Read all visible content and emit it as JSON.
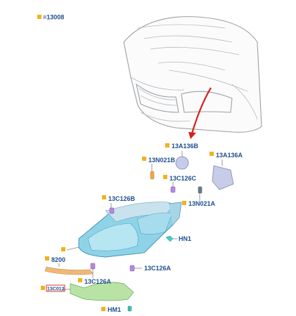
{
  "legend": {
    "text": "=13008",
    "color": "#f2b21c"
  },
  "labels": {
    "p13A136B": "13A136B",
    "p13N021B": "13N021B",
    "p13A136A": "13A136A",
    "p13C126C": "13C126C",
    "p13C126B": "13C126B",
    "p13N021A": "13N021A",
    "pHN1": "HN1",
    "p8200": "8200",
    "p13C126A_r": "13C126A",
    "p13C126A_b": "13C126A",
    "pRedBox": "13C012",
    "pHM1": "HM1"
  },
  "colors": {
    "label": "#1f4e8c",
    "callout_square": "#f2b21c",
    "headlamp": "#8fd3e8",
    "bracket": "#b9e3a5",
    "trim_strip": "#f0b877",
    "clip": "#b58ae0",
    "cap": "#c7cde8",
    "connector": "#3fd0c4",
    "arrow": "#d62020"
  },
  "icons": {
    "legend": "square-callout-icon",
    "car": "car-front-icon",
    "arrow": "curved-arrow-icon"
  }
}
